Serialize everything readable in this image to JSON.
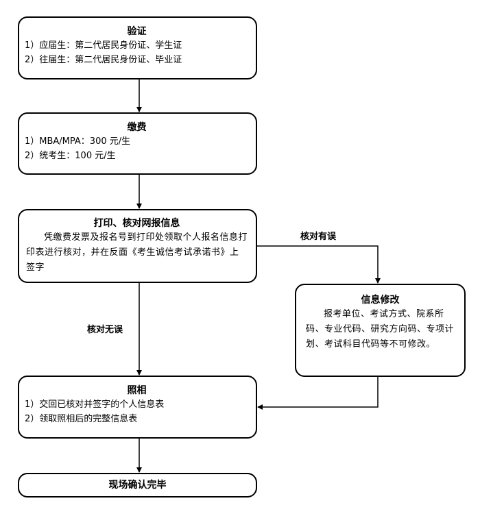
{
  "verify": {
    "title": "验证",
    "lines": [
      "1）应届生：第二代居民身份证、学生证",
      "2）往届生：第二代居民身份证、毕业证"
    ]
  },
  "payment": {
    "title": "缴费",
    "lines": [
      "1）MBA/MPA：300 元/生",
      "2）统考生：100 元/生"
    ]
  },
  "print": {
    "title": "打印、核对网报信息",
    "text": "凭缴费发票及报名号到打印处领取个人报名信息打印表进行核对，并在反面《考生诚信考试承诺书》上签字"
  },
  "modify": {
    "title": "信息修改",
    "text": "报考单位、考试方式、院系所码、专业代码、研究方向码、专项计划、考试科目代码等不可修改。"
  },
  "photo": {
    "title": "照相",
    "lines": [
      "1）交回已核对并签字的个人信息表",
      "2）领取照相后的完整信息表"
    ]
  },
  "confirm": {
    "title": "现场确认完毕"
  },
  "edges": {
    "error_label": "核对有误",
    "noerror_label": "核对无误"
  }
}
